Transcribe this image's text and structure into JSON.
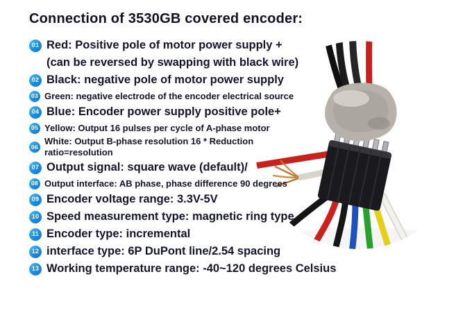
{
  "title": "Connection of 3530GB covered encoder:",
  "items": [
    {
      "num": "01",
      "line1": "Red: Positive pole of motor power supply +",
      "line2": "(can be reversed by swapping with black wire)"
    },
    {
      "num": "02",
      "line1": "Black: negative pole of motor power supply"
    },
    {
      "num": "03",
      "line1": "Green: negative electrode of the encoder electrical source"
    },
    {
      "num": "04",
      "line1": "Blue: Encoder power supply positive pole+"
    },
    {
      "num": "05",
      "line1": "Yellow: Output 16 pulses per cycle of A-phase motor"
    },
    {
      "num": "06",
      "line1": "White: Output B-phase resolution 16 * Reduction",
      "line2": "ratio=resolution"
    },
    {
      "num": "07",
      "line1": "Output signal: square wave (default)/"
    },
    {
      "num": "08",
      "line1": "Output interface: AB phase, phase difference 90 degrees"
    },
    {
      "num": "09",
      "line1": "Encoder voltage range: 3.3V-5V"
    },
    {
      "num": "10",
      "line1": "Speed measurement type: magnetic ring type"
    },
    {
      "num": "11",
      "line1": "Encoder type: incremental"
    },
    {
      "num": "12",
      "line1": "interface type: 6P DuPont line/2.54 spacing"
    },
    {
      "num": "13",
      "line1": "Working temperature range: -40~120 degrees Celsius"
    }
  ],
  "colors": {
    "badge_gradient_start": "#49bcf6",
    "badge_gradient_end": "#0d76d2",
    "text": "#14142d",
    "wire_red": "#cd201c",
    "wire_black": "#161616",
    "wire_blue": "#1e51bd",
    "wire_green": "#27a02c",
    "wire_yellow": "#e6cf1c",
    "wire_white": "#f4f2ec"
  },
  "photo": {
    "subject": "6P DuPont encoder connector with covered (glued) top and colored wires",
    "wire_order": [
      "red",
      "black",
      "blue",
      "green",
      "yellow",
      "white"
    ]
  }
}
